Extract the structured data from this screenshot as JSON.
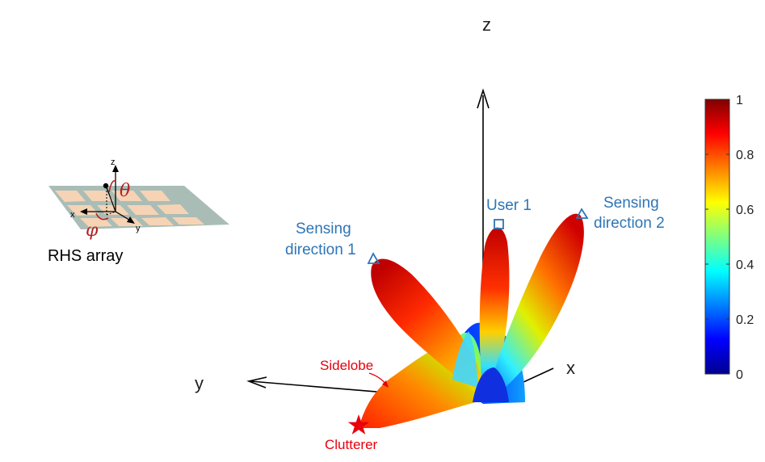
{
  "axes": {
    "x_label": "x",
    "y_label": "y",
    "z_label": "z"
  },
  "inset": {
    "caption": "RHS array",
    "axis_x": "x",
    "axis_y": "y",
    "axis_z": "z",
    "theta": "θ",
    "phi": "φ"
  },
  "annotations": {
    "sensing1_line1": "Sensing",
    "sensing1_line2": "direction 1",
    "sensing2_line1": "Sensing",
    "sensing2_line2": "direction 2",
    "user1": "User 1",
    "sidelobe": "Sidelobe",
    "clutterer": "Clutterer"
  },
  "colorbar": {
    "min": 0,
    "max": 1,
    "ticks": [
      "0",
      "0.2",
      "0.4",
      "0.6",
      "0.8",
      "1"
    ],
    "colormap": "jet"
  },
  "colors": {
    "annotation_blue": "#2E75B6",
    "annotation_red": "#E8000B",
    "inset_panel": "#A9BDB6",
    "inset_element": "#F6D3B5",
    "theta_phi": "#B22222"
  }
}
